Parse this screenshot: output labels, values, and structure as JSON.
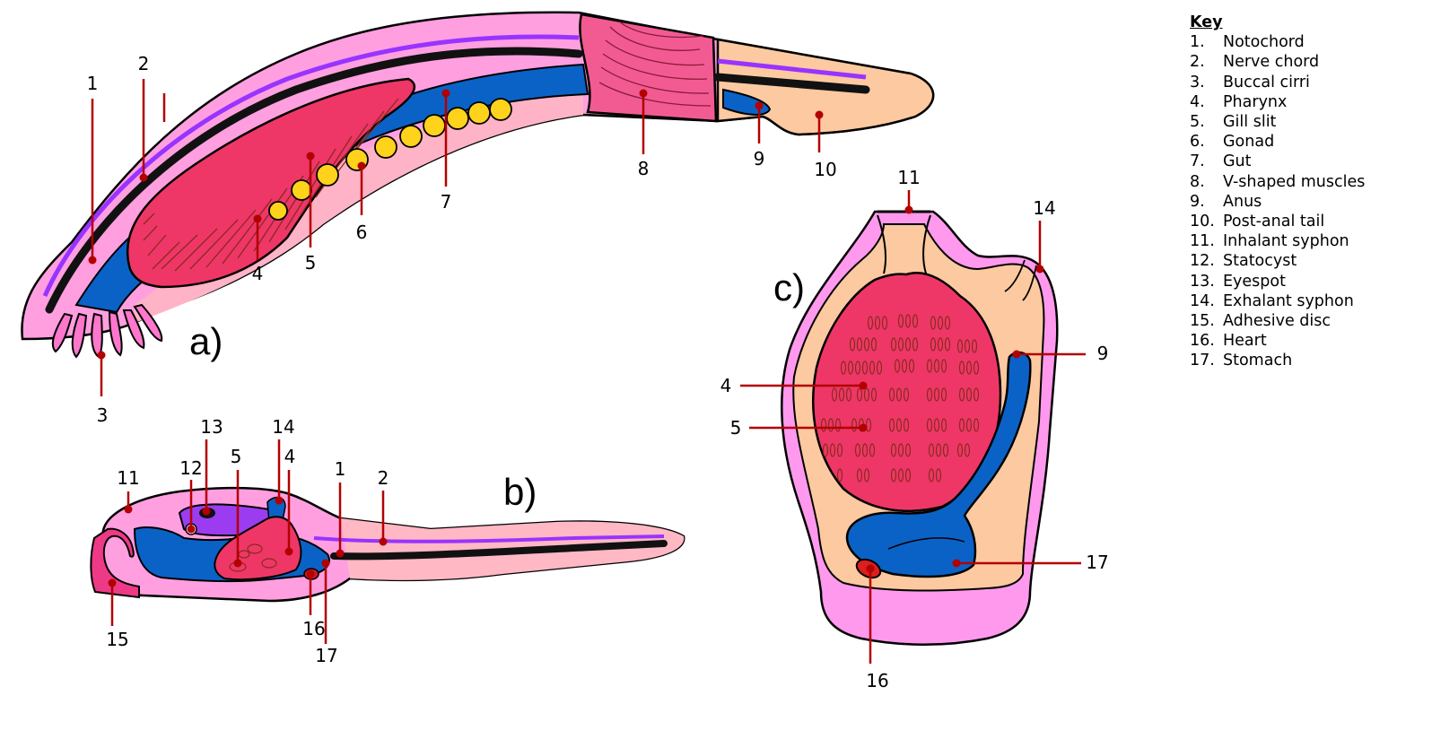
{
  "panels": {
    "a": "a)",
    "b": "b)",
    "c": "c)"
  },
  "key": {
    "title": "Key",
    "items": [
      {
        "num": "1.",
        "label": "Notochord"
      },
      {
        "num": "2.",
        "label": "Nerve chord"
      },
      {
        "num": "3.",
        "label": "Buccal cirri"
      },
      {
        "num": "4.",
        "label": "Pharynx"
      },
      {
        "num": "5.",
        "label": "Gill slit"
      },
      {
        "num": "6.",
        "label": "Gonad"
      },
      {
        "num": "7.",
        "label": "Gut"
      },
      {
        "num": "8.",
        "label": "V-shaped muscles"
      },
      {
        "num": "9.",
        "label": "Anus"
      },
      {
        "num": "10.",
        "label": "Post-anal tail"
      },
      {
        "num": "11.",
        "label": "Inhalant syphon"
      },
      {
        "num": "12.",
        "label": "Statocyst"
      },
      {
        "num": "13.",
        "label": "Eyespot"
      },
      {
        "num": "14.",
        "label": "Exhalant syphon"
      },
      {
        "num": "15.",
        "label": "Adhesive disc"
      },
      {
        "num": "16.",
        "label": "Heart"
      },
      {
        "num": "17.",
        "label": "Stomach"
      }
    ]
  },
  "labels": {
    "a": [
      "1",
      "2",
      "3",
      "4",
      "5",
      "6",
      "7",
      "8",
      "9",
      "10"
    ],
    "b": [
      "11",
      "12",
      "13",
      "5",
      "14",
      "4",
      "1",
      "2",
      "15",
      "16",
      "17"
    ],
    "c": [
      "11",
      "14",
      "9",
      "4",
      "5",
      "17",
      "16"
    ]
  },
  "colors": {
    "skin": "#ff99dd",
    "skin_light": "#ffb3c6",
    "peach": "#fcc9a0",
    "notochord": "#111111",
    "nerve": "#9933ff",
    "gut": "#0b62c6",
    "pharynx": "#ee3766",
    "gonad": "#ffd21c",
    "leader": "#b30000"
  }
}
